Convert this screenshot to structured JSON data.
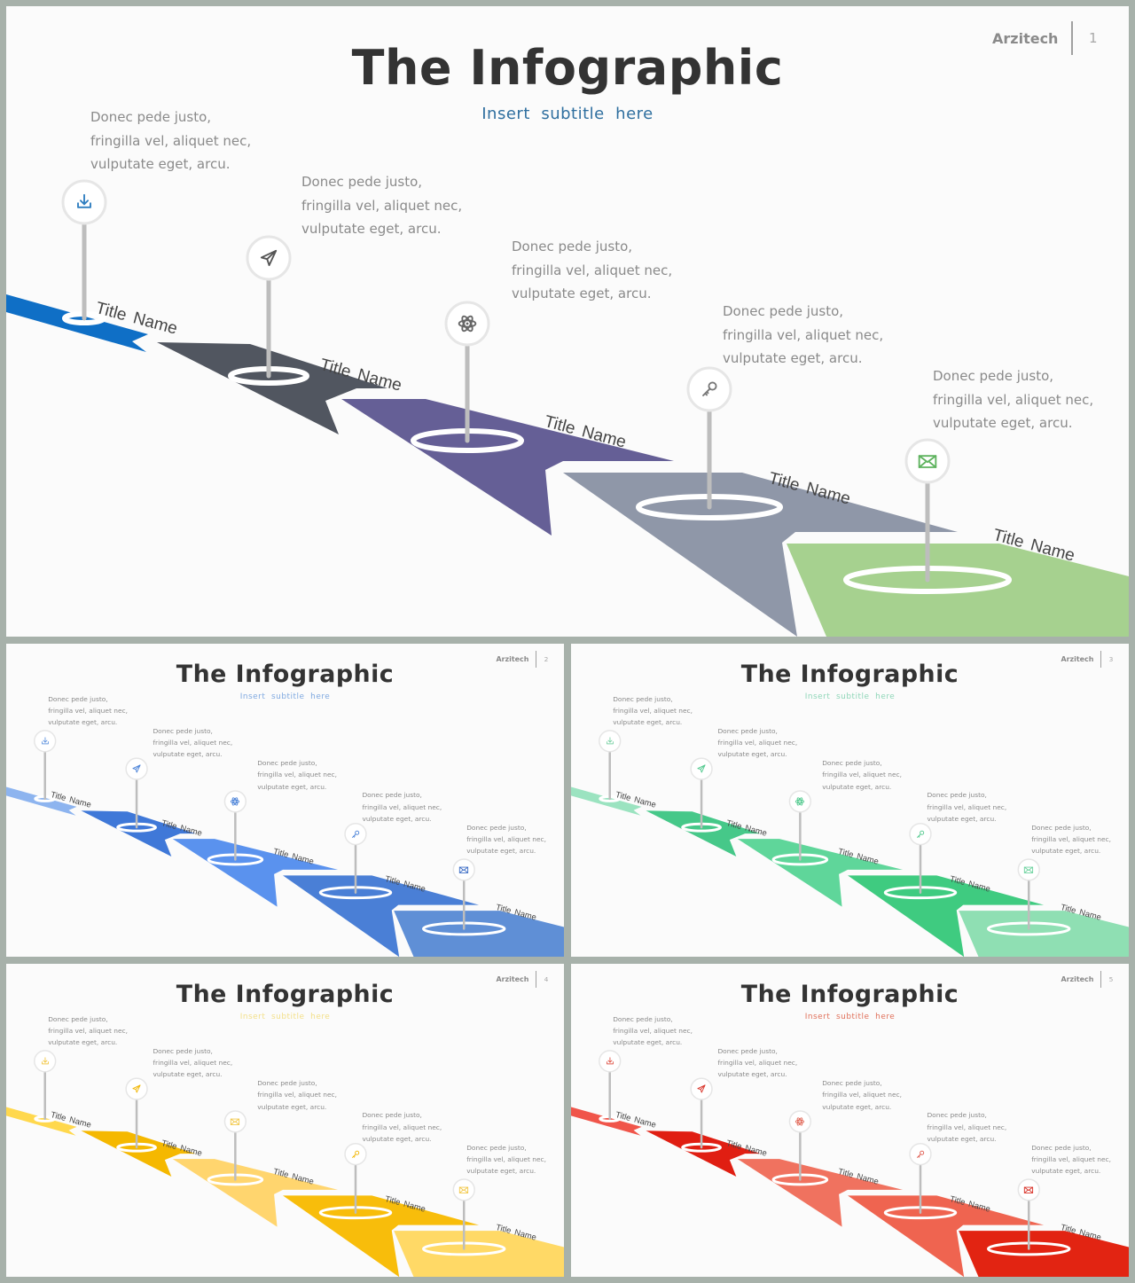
{
  "slides": [
    {
      "title": "The Infographic",
      "subtitle": "Insert  subtitle  here",
      "brand": "Arzitech",
      "page": "1",
      "colors": {
        "subtitle": "#2f6f9f",
        "arrows": [
          "#0f6fc6",
          "#515660",
          "#655f96",
          "#8f97a8",
          "#a6d18f"
        ],
        "icons": [
          "#2f7ec0",
          "#555",
          "#666",
          "#777",
          "#5fb35f"
        ]
      },
      "steps": [
        {
          "desc": "Donec pede justo,\nfringilla vel, aliquet nec,\nvulputate eget, arcu.",
          "title_word1": "Title",
          "title_word2": "Name",
          "icon": "download-icon"
        },
        {
          "desc": "Donec pede justo,\nfringilla vel, aliquet nec,\nvulputate eget, arcu.",
          "title_word1": "Title",
          "title_word2": "Name",
          "icon": "send-icon"
        },
        {
          "desc": "Donec pede justo,\nfringilla vel, aliquet nec,\nvulputate eget, arcu.",
          "title_word1": "Title",
          "title_word2": "Name",
          "icon": "atom-icon"
        },
        {
          "desc": "Donec pede justo,\nfringilla vel, aliquet nec,\nvulputate eget, arcu.",
          "title_word1": "Title",
          "title_word2": "Name",
          "icon": "key-icon"
        },
        {
          "desc": "Donec pede justo,\nfringilla vel, aliquet nec,\nvulputate eget, arcu.",
          "title_word1": "Title",
          "title_word2": "Name",
          "icon": "mail-icon"
        }
      ]
    },
    {
      "title": "The Infographic",
      "subtitle": "Insert  subtitle  here",
      "brand": "Arzitech",
      "page": "2",
      "colors": {
        "subtitle": "#7fa9e0",
        "arrows": [
          "#8db4ef",
          "#3f78d8",
          "#5a92ee",
          "#4a7fd6",
          "#5f8fd6"
        ],
        "icons": [
          "#6a9ae0",
          "#4a82d8",
          "#4a82d8",
          "#4a82d8",
          "#3f6fc6"
        ]
      },
      "steps": [
        {
          "desc": "Donec pede justo,\nfringilla vel, aliquet nec,\nvulputate eget, arcu.",
          "title_word1": "Title",
          "title_word2": "Name",
          "icon": "download-icon"
        },
        {
          "desc": "Donec pede justo,\nfringilla vel, aliquet nec,\nvulputate eget, arcu.",
          "title_word1": "Title",
          "title_word2": "Name",
          "icon": "send-icon"
        },
        {
          "desc": "Donec pede justo,\nfringilla vel, aliquet nec,\nvulputate eget, arcu.",
          "title_word1": "Title",
          "title_word2": "Name",
          "icon": "atom-icon"
        },
        {
          "desc": "Donec pede justo,\nfringilla vel, aliquet nec,\nvulputate eget, arcu.",
          "title_word1": "Title",
          "title_word2": "Name",
          "icon": "key-icon"
        },
        {
          "desc": "Donec pede justo,\nfringilla vel, aliquet nec,\nvulputate eget, arcu.",
          "title_word1": "Title",
          "title_word2": "Name",
          "icon": "mail-icon"
        }
      ]
    },
    {
      "title": "The Infographic",
      "subtitle": "Insert  subtitle  here",
      "brand": "Arzitech",
      "page": "3",
      "colors": {
        "subtitle": "#8fd6b8",
        "arrows": [
          "#9be3c0",
          "#46c889",
          "#5fd69a",
          "#3fcb80",
          "#8fdfb3"
        ],
        "icons": [
          "#7fd3a8",
          "#52c98e",
          "#52c98e",
          "#52c98e",
          "#6fd3a0"
        ]
      },
      "steps": [
        {
          "desc": "Donec pede justo,\nfringilla vel, aliquet nec,\nvulputate eget, arcu.",
          "title_word1": "Title",
          "title_word2": "Name",
          "icon": "download-icon"
        },
        {
          "desc": "Donec pede justo,\nfringilla vel, aliquet nec,\nvulputate eget, arcu.",
          "title_word1": "Title",
          "title_word2": "Name",
          "icon": "send-icon"
        },
        {
          "desc": "Donec pede justo,\nfringilla vel, aliquet nec,\nvulputate eget, arcu.",
          "title_word1": "Title",
          "title_word2": "Name",
          "icon": "atom-icon"
        },
        {
          "desc": "Donec pede justo,\nfringilla vel, aliquet nec,\nvulputate eget, arcu.",
          "title_word1": "Title",
          "title_word2": "Name",
          "icon": "key-icon"
        },
        {
          "desc": "Donec pede justo,\nfringilla vel, aliquet nec,\nvulputate eget, arcu.",
          "title_word1": "Title",
          "title_word2": "Name",
          "icon": "mail-icon"
        }
      ]
    },
    {
      "title": "The Infographic",
      "subtitle": "Insert  subtitle  here",
      "brand": "Arzitech",
      "page": "4",
      "colors": {
        "subtitle": "#f3e08a",
        "arrows": [
          "#ffd84d",
          "#f5b800",
          "#ffd56e",
          "#f8bd0b",
          "#ffd966"
        ],
        "icons": [
          "#f2c94c",
          "#f2b705",
          "#f2c94c",
          "#f2b705",
          "#f2c94c"
        ]
      },
      "steps": [
        {
          "desc": "Donec pede justo,\nfringilla vel, aliquet nec,\nvulputate eget, arcu.",
          "title_word1": "Title",
          "title_word2": "Name",
          "icon": "download-icon"
        },
        {
          "desc": "Donec pede justo,\nfringilla vel, aliquet nec,\nvulputate eget, arcu.",
          "title_word1": "Title",
          "title_word2": "Name",
          "icon": "send-icon"
        },
        {
          "desc": "Donec pede justo,\nfringilla vel, aliquet nec,\nvulputate eget, arcu.",
          "title_word1": "Title",
          "title_word2": "Name",
          "icon": "mail-icon"
        },
        {
          "desc": "Donec pede justo,\nfringilla vel, aliquet nec,\nvulputate eget, arcu.",
          "title_word1": "Title",
          "title_word2": "Name",
          "icon": "key-icon"
        },
        {
          "desc": "Donec pede justo,\nfringilla vel, aliquet nec,\nvulputate eget, arcu.",
          "title_word1": "Title",
          "title_word2": "Name",
          "icon": "mail-icon"
        }
      ]
    },
    {
      "title": "The Infographic",
      "subtitle": "Insert  subtitle  here",
      "brand": "Arzitech",
      "page": "5",
      "colors": {
        "subtitle": "#e0705a",
        "arrows": [
          "#f0554a",
          "#e01e12",
          "#f0725f",
          "#ef6450",
          "#e22412"
        ],
        "icons": [
          "#e05a4e",
          "#d9342a",
          "#e26a5a",
          "#e05a4e",
          "#d9342a"
        ]
      },
      "steps": [
        {
          "desc": "Donec pede justo,\nfringilla vel, aliquet nec,\nvulputate eget, arcu.",
          "title_word1": "Title",
          "title_word2": "Name",
          "icon": "download-icon"
        },
        {
          "desc": "Donec pede justo,\nfringilla vel, aliquet nec,\nvulputate eget, arcu.",
          "title_word1": "Title",
          "title_word2": "Name",
          "icon": "send-icon"
        },
        {
          "desc": "Donec pede justo,\nfringilla vel, aliquet nec,\nvulputate eget, arcu.",
          "title_word1": "Title",
          "title_word2": "Name",
          "icon": "atom-icon"
        },
        {
          "desc": "Donec pede justo,\nfringilla vel, aliquet nec,\nvulputate eget, arcu.",
          "title_word1": "Title",
          "title_word2": "Name",
          "icon": "key-icon"
        },
        {
          "desc": "Donec pede justo,\nfringilla vel, aliquet nec,\nvulputate eget, arcu.",
          "title_word1": "Title",
          "title_word2": "Name",
          "icon": "mail-icon"
        }
      ]
    }
  ]
}
